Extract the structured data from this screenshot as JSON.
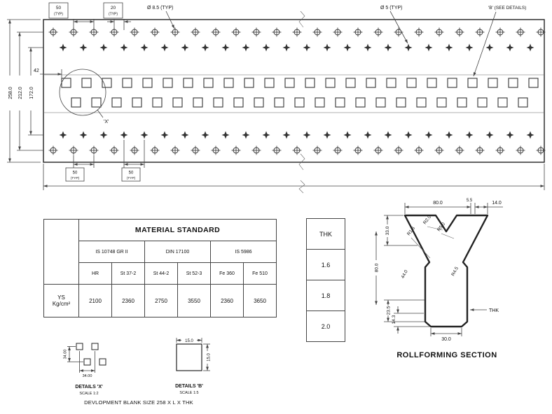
{
  "plate": {
    "box50_top": {
      "num": "50",
      "typ": "(TYP)"
    },
    "box20_top": {
      "num": "20",
      "typ": "(TYP)"
    },
    "dia_large_label": "Ø 8.5 (TYP)",
    "dia_small_label": "Ø 5 (TYP)",
    "detail_b_label": "'B' (SEE DETAILS)",
    "dim_total_height": "258.0",
    "dim_height_212": "212.0",
    "dim_height_172": "172.0",
    "dim_42": "42",
    "detail_x_label": "'X'",
    "box50_bottom1": {
      "num": "50",
      "typ": "(TYP)"
    },
    "box50_bottom2": {
      "num": "50",
      "typ": "(TYP)"
    }
  },
  "material_table": {
    "title": "MATERIAL STANDARD",
    "standards": [
      "IS 10748 GR II",
      "DIN 17100",
      "IS 5986"
    ],
    "grades": [
      "HR",
      "St 37-2",
      "St 44-2",
      "St 52-3",
      "Fe 360",
      "Fe 510"
    ],
    "ys_label_line1": "YS",
    "ys_label_line2": "Kg/cm²",
    "ys_values": [
      "2100",
      "2360",
      "2750",
      "3550",
      "2360",
      "3650"
    ]
  },
  "thk_table": {
    "header": "THK",
    "values": [
      "1.6",
      "1.8",
      "2.0"
    ]
  },
  "rollforming": {
    "title": "ROLLFORMING SECTION",
    "dim_top_width": "80.0",
    "dim_5_5": "5.5",
    "dim_14": "14.0",
    "r1_6": "R1.6",
    "r2_0": "R2.0",
    "r5_0": "R5.0",
    "dim_33": "33.0",
    "dim_height_80": "80.0",
    "dim_44": "44.0",
    "r4_5": "R4.5",
    "dim_23_5": "23.5",
    "dim_14_3": "14.3",
    "thk_label": "THK",
    "dim_bottom_width": "30.0"
  },
  "detail_x": {
    "title": "DETAILS 'X'",
    "scale": "SCALE 1:2",
    "dim_vertical": "34.00",
    "dim_horizontal": "34.00"
  },
  "detail_b": {
    "title": "DETAILS 'B'",
    "scale": "SCALE 1:5",
    "dim_width": "15.0",
    "dim_height": "15.0"
  },
  "footer": {
    "note": "DEVLOPMENT BLANK SIZE 258 X L X THK"
  }
}
